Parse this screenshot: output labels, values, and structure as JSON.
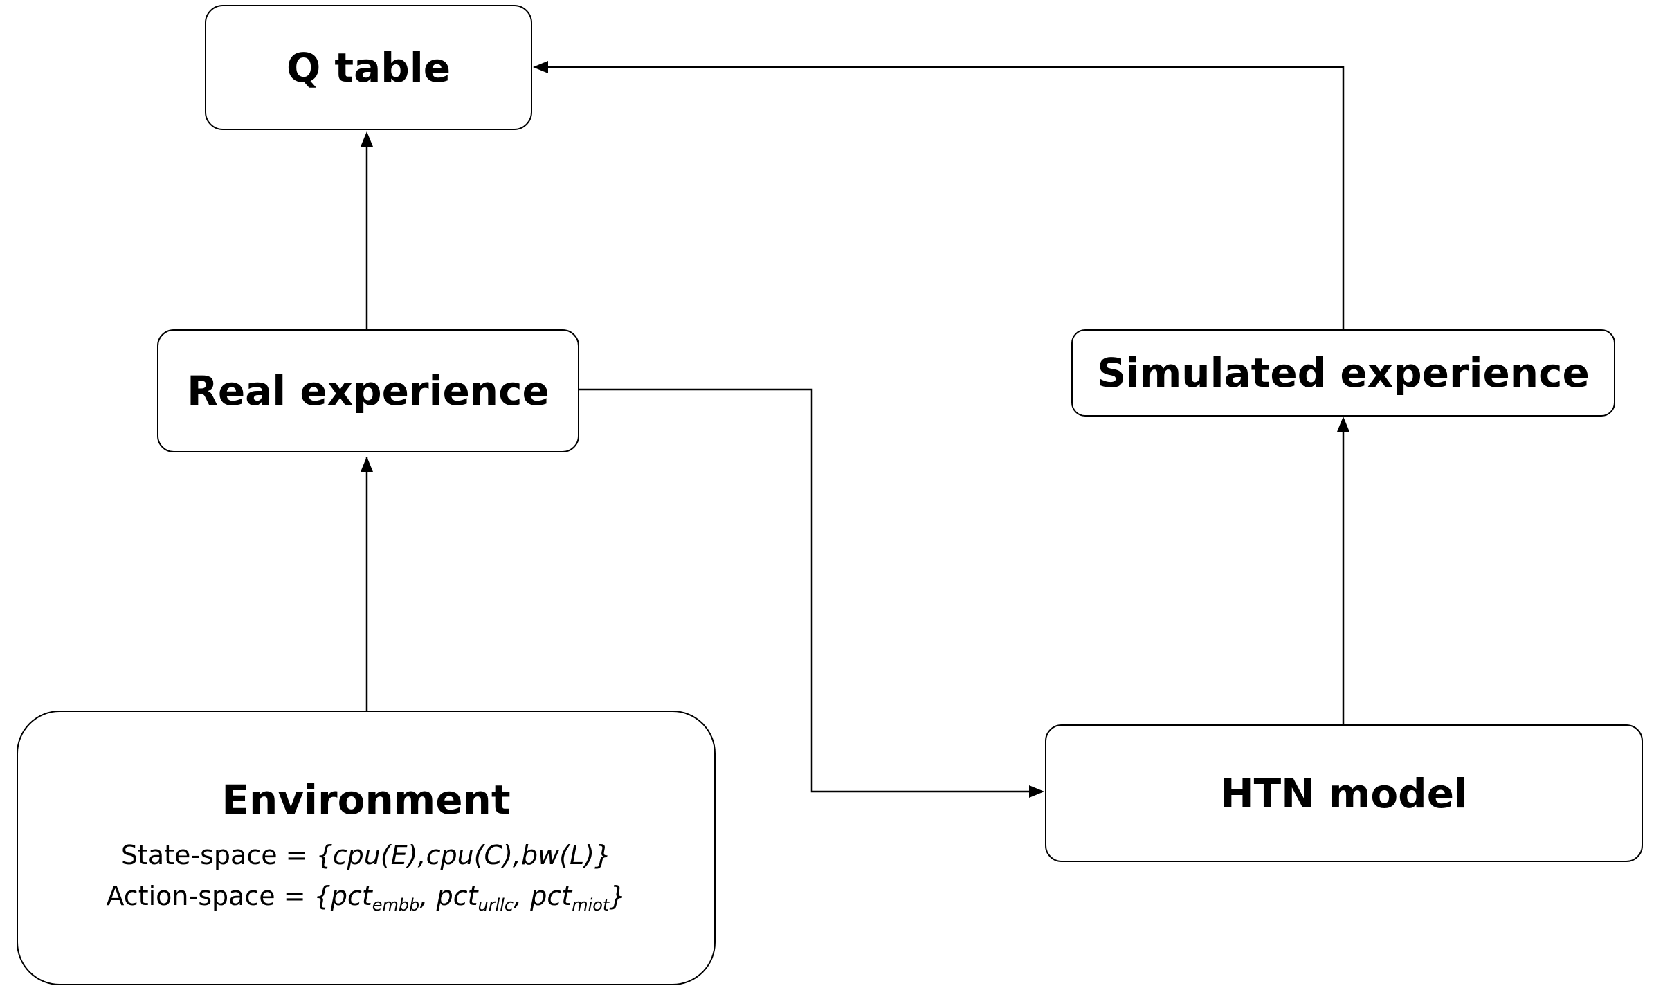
{
  "nodes": {
    "q_table": "Q table",
    "real_experience": "Real experience",
    "simulated_experience": "Simulated experience",
    "htn_model": "HTN model",
    "environment": {
      "title": "Environment",
      "state_space_label": "State-space = ",
      "state_space_value": "{cpu(E),cpu(C),bw(L)}",
      "action_space_label": "Action-space = ",
      "action_open": "{",
      "actions": [
        {
          "base": "pct",
          "sub": "embb",
          "sep": ", "
        },
        {
          "base": "pct",
          "sub": "urllc",
          "sep": ", "
        },
        {
          "base": "pct",
          "sub": "miot",
          "sep": "}"
        }
      ]
    }
  },
  "edges": [
    {
      "from": "environment",
      "to": "real_experience"
    },
    {
      "from": "real_experience",
      "to": "q_table"
    },
    {
      "from": "real_experience",
      "to": "htn_model"
    },
    {
      "from": "htn_model",
      "to": "simulated_experience"
    },
    {
      "from": "simulated_experience",
      "to": "q_table"
    }
  ]
}
